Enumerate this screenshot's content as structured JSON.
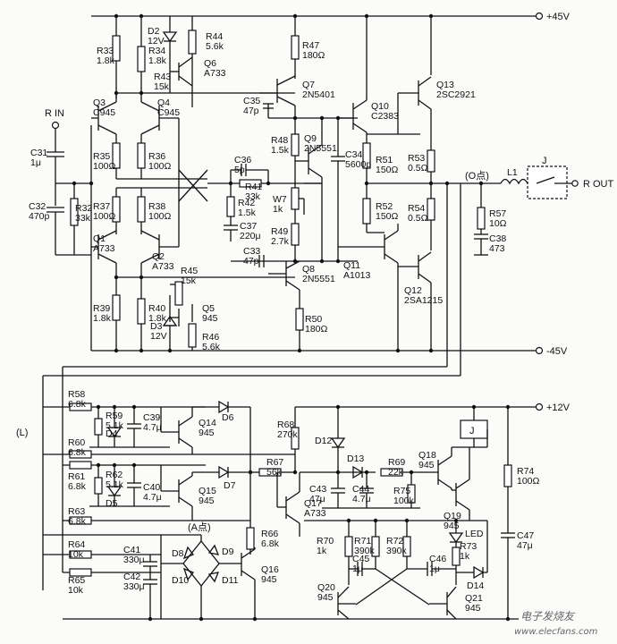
{
  "rails": {
    "pos45": "+45V",
    "neg45": "-45V",
    "pos12": "+12V"
  },
  "terminals": {
    "r_in": "R IN",
    "r_out": "R OUT",
    "l_in": "(L)",
    "node_o": "(O点)",
    "node_a": "(A点)"
  },
  "relay": {
    "top": "J",
    "bottom": "J"
  },
  "power_stage": [
    {
      "ref": "R33",
      "value": "1.8k"
    },
    {
      "ref": "R34",
      "value": "1.8k"
    },
    {
      "ref": "R43",
      "value": "15k"
    },
    {
      "ref": "D2",
      "value": "12V"
    },
    {
      "ref": "R44",
      "value": "5.6k"
    },
    {
      "ref": "Q6",
      "value": "A733"
    },
    {
      "ref": "R47",
      "value": "180Ω"
    },
    {
      "ref": "Q7",
      "value": "2N5401"
    },
    {
      "ref": "R35",
      "value": "100Ω"
    },
    {
      "ref": "R36",
      "value": "100Ω"
    },
    {
      "ref": "R37",
      "value": "100Ω"
    },
    {
      "ref": "R38",
      "value": "100Ω"
    },
    {
      "ref": "C35",
      "value": "47p"
    },
    {
      "ref": "Q3",
      "value": "C945"
    },
    {
      "ref": "Q4",
      "value": "C945"
    },
    {
      "ref": "C31",
      "value": "1μ"
    },
    {
      "ref": "C32",
      "value": "470p"
    },
    {
      "ref": "R32",
      "value": "33k"
    },
    {
      "ref": "C36",
      "value": "5p"
    },
    {
      "ref": "R41",
      "value": "33k"
    },
    {
      "ref": "R42",
      "value": "1.5k"
    },
    {
      "ref": "C37",
      "value": "220μ"
    },
    {
      "ref": "R48",
      "value": "1.5k"
    },
    {
      "ref": "W7",
      "value": "1k"
    },
    {
      "ref": "R49",
      "value": "2.7k"
    },
    {
      "ref": "Q9",
      "value": "2N5551"
    },
    {
      "ref": "C34",
      "value": "5600p"
    },
    {
      "ref": "Q10",
      "value": "C2383"
    },
    {
      "ref": "Q13",
      "value": "2SC2921"
    },
    {
      "ref": "R51",
      "value": "150Ω"
    },
    {
      "ref": "R53",
      "value": "0.5Ω"
    },
    {
      "ref": "R52",
      "value": "150Ω"
    },
    {
      "ref": "R54",
      "value": "0.5Ω"
    },
    {
      "ref": "L1",
      "value": ""
    },
    {
      "ref": "R57",
      "value": "10Ω"
    },
    {
      "ref": "C38",
      "value": "473"
    },
    {
      "ref": "Q1",
      "value": "A733"
    },
    {
      "ref": "Q2",
      "value": "A733"
    },
    {
      "ref": "C33",
      "value": "47p"
    },
    {
      "ref": "Q8",
      "value": "2N5551"
    },
    {
      "ref": "Q11",
      "value": "A1013"
    },
    {
      "ref": "Q12",
      "value": "2SA1215"
    },
    {
      "ref": "R45",
      "value": "15k"
    },
    {
      "ref": "R39",
      "value": "1.8k"
    },
    {
      "ref": "R40",
      "value": "1.8k"
    },
    {
      "ref": "D3",
      "value": "12V"
    },
    {
      "ref": "Q5",
      "value": "945"
    },
    {
      "ref": "R46",
      "value": "5.6k"
    },
    {
      "ref": "R50",
      "value": "180Ω"
    }
  ],
  "protection": [
    {
      "ref": "R58",
      "value": "6.8k"
    },
    {
      "ref": "R59",
      "value": "5.1k"
    },
    {
      "ref": "D4",
      "value": ""
    },
    {
      "ref": "C39",
      "value": "4.7μ"
    },
    {
      "ref": "Q14",
      "value": "945"
    },
    {
      "ref": "D6",
      "value": ""
    },
    {
      "ref": "R60",
      "value": "6.8k"
    },
    {
      "ref": "R61",
      "value": "6.8k"
    },
    {
      "ref": "R62",
      "value": "5.1k"
    },
    {
      "ref": "D5",
      "value": ""
    },
    {
      "ref": "C40",
      "value": "4.7μ"
    },
    {
      "ref": "Q15",
      "value": "945"
    },
    {
      "ref": "D7",
      "value": ""
    },
    {
      "ref": "R63",
      "value": "6.8k"
    },
    {
      "ref": "R64",
      "value": "10k"
    },
    {
      "ref": "R65",
      "value": "10k"
    },
    {
      "ref": "C41",
      "value": "330μ"
    },
    {
      "ref": "C42",
      "value": "330μ"
    },
    {
      "ref": "D8",
      "value": ""
    },
    {
      "ref": "D9",
      "value": ""
    },
    {
      "ref": "D10",
      "value": ""
    },
    {
      "ref": "D11",
      "value": ""
    },
    {
      "ref": "R66",
      "value": "6.8k"
    },
    {
      "ref": "Q16",
      "value": "945"
    },
    {
      "ref": "R68",
      "value": "270k"
    },
    {
      "ref": "R67",
      "value": "56k"
    },
    {
      "ref": "Q17",
      "value": "A733"
    },
    {
      "ref": "D12",
      "value": ""
    },
    {
      "ref": "D13",
      "value": ""
    },
    {
      "ref": "C43",
      "value": "47μ"
    },
    {
      "ref": "C44",
      "value": "4.7μ"
    },
    {
      "ref": "R69",
      "value": "22k"
    },
    {
      "ref": "R75",
      "value": "100k"
    },
    {
      "ref": "Q18",
      "value": "945"
    },
    {
      "ref": "Q19",
      "value": "945"
    },
    {
      "ref": "R74",
      "value": "100Ω"
    },
    {
      "ref": "R70",
      "value": "1k"
    },
    {
      "ref": "R71",
      "value": "390k"
    },
    {
      "ref": "R72",
      "value": "390k"
    },
    {
      "ref": "C45",
      "value": "1μ"
    },
    {
      "ref": "C46",
      "value": "1μ"
    },
    {
      "ref": "R73",
      "value": "1k"
    },
    {
      "ref": "LED",
      "value": ""
    },
    {
      "ref": "C47",
      "value": "47μ"
    },
    {
      "ref": "D14",
      "value": ""
    },
    {
      "ref": "Q20",
      "value": "945"
    },
    {
      "ref": "Q21",
      "value": "945"
    }
  ],
  "watermark": {
    "line1": "电子发烧友",
    "line2": "www.elecfans.com"
  }
}
